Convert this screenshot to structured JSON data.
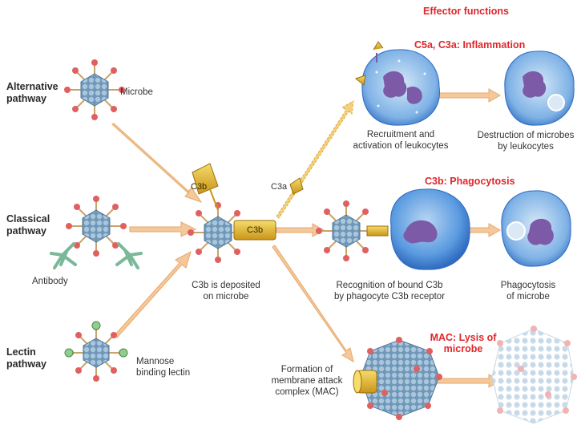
{
  "header": {
    "effector_functions": "Effector functions"
  },
  "pathways": {
    "alternative": [
      "Alternative",
      "pathway"
    ],
    "classical": [
      "Classical",
      "pathway"
    ],
    "lectin": [
      "Lectin",
      "pathway"
    ]
  },
  "labels": {
    "microbe": "Microbe",
    "antibody": "Antibody",
    "mannose": [
      "Mannose",
      "binding lectin"
    ],
    "c3b_molecule": "C3b",
    "c3b_bound": "C3b",
    "c3a": "C3a",
    "c3b_deposited": [
      "C3b is deposited",
      "on microbe"
    ],
    "recruitment": [
      "Recruitment and",
      "activation of leukocytes"
    ],
    "destruction": [
      "Destruction of microbes",
      "by leukocytes"
    ],
    "recognition": [
      "Recognition of bound C3b",
      "by phagocyte C3b receptor"
    ],
    "phagocytosis_label": [
      "Phagocytosis",
      "of microbe"
    ],
    "mac_formation": [
      "Formation of",
      "membrane attack",
      "complex (MAC)"
    ]
  },
  "effectors": {
    "inflammation": "C5a, C3a: Inflammation",
    "phagocytosis": "C3b: Phagocytosis",
    "lysis": [
      "MAC: Lysis of",
      "microbe"
    ]
  },
  "colors": {
    "accent_red": "#e0262a",
    "arrow_fill": "#f4c89a",
    "microbe_blue": "#7fa7c7",
    "spike_red": "#e06060",
    "c3b_yellow": "#e2b21e",
    "leukocyte_blue": "#4f8fd6",
    "nucleus_purple": "#7c5aa8",
    "antibody_green": "#7ab89a"
  }
}
